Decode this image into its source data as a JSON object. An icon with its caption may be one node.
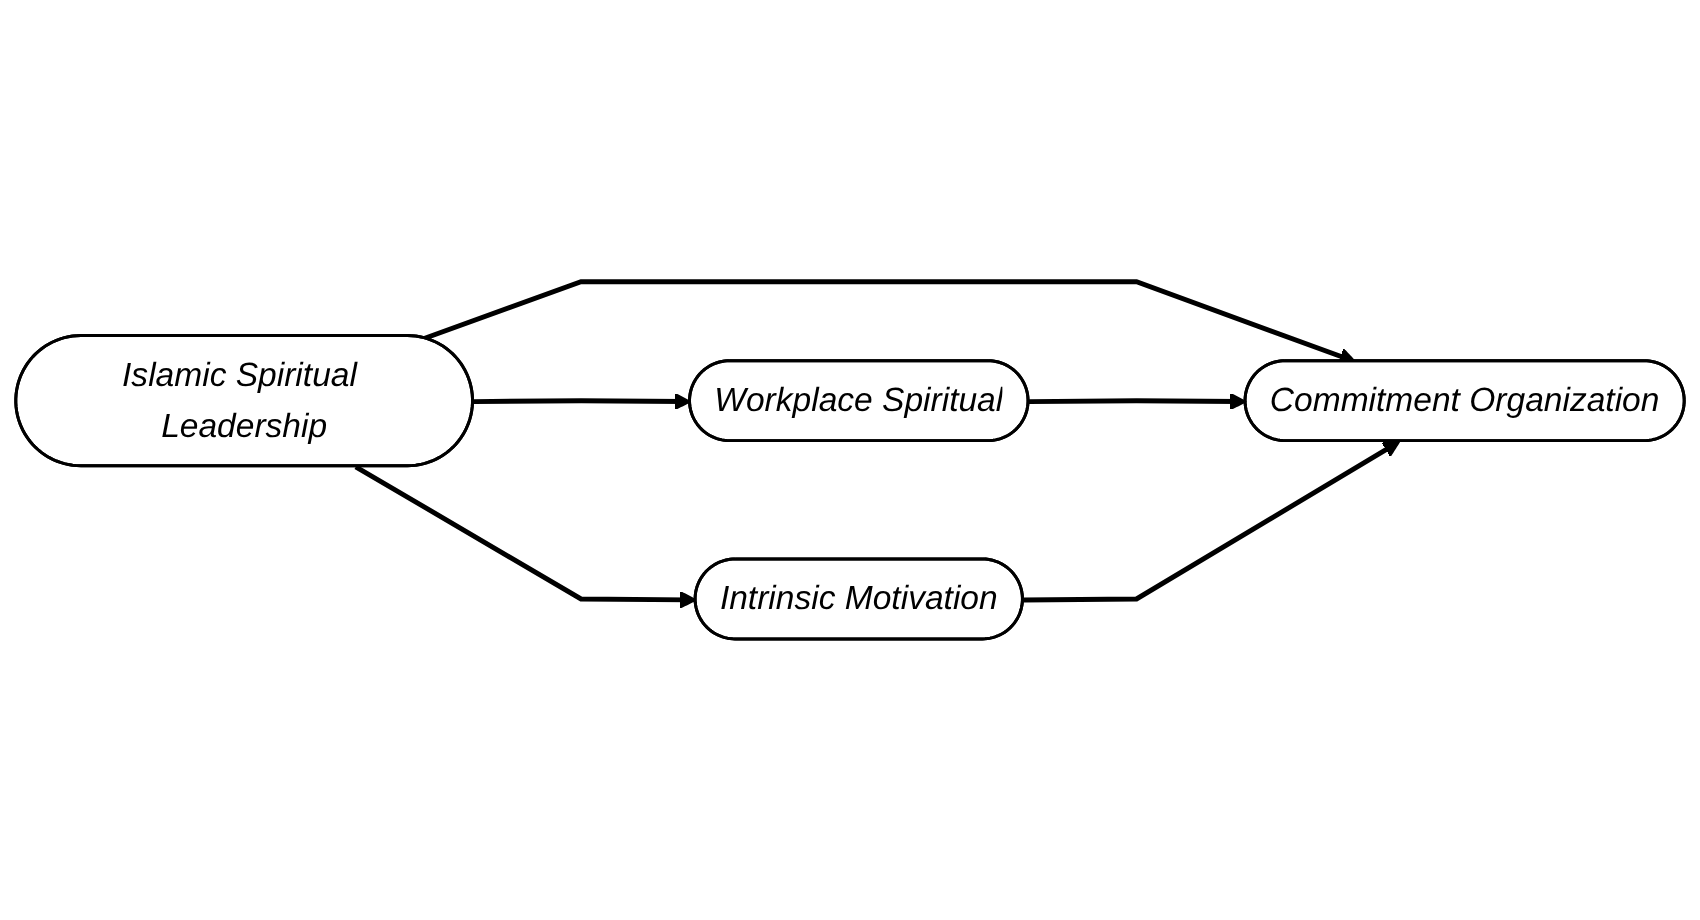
{
  "diagram": {
    "nodes": [
      {
        "text": [
          "Islamic Spiritual Leadership"
        ]
      },
      {
        "text": [
          "Workplace Spiritual"
        ]
      },
      {
        "text": [
          "Intrinsic Motivation"
        ]
      },
      {
        "text": [
          "Commitment Organization"
        ]
      }
    ],
    "edges": [
      {
        "from": 0,
        "to": 1,
        "arrow": "to"
      },
      {
        "from": 0,
        "to": 3,
        "arrow": "to"
      },
      {
        "from": 0,
        "to": 2,
        "arrow": "to"
      },
      {
        "from": 1,
        "to": 3,
        "arrow": "to"
      },
      {
        "from": 2,
        "to": 3,
        "arrow": "to"
      }
    ]
  }
}
